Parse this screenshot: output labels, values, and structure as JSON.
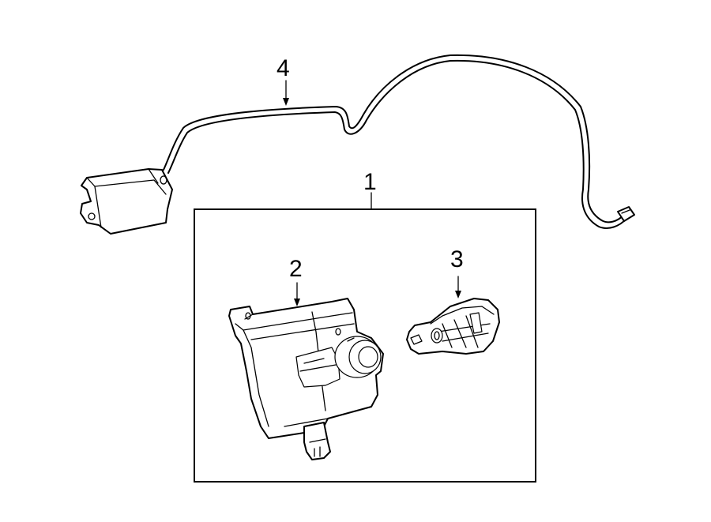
{
  "callouts": {
    "c1": "1",
    "c2": "2",
    "c3": "3",
    "c4": "4"
  },
  "parts": [
    {
      "number": "1",
      "icon": "assembly-box"
    },
    {
      "number": "2",
      "icon": "ignition-switch-module"
    },
    {
      "number": "3",
      "icon": "key-fob"
    },
    {
      "number": "4",
      "icon": "antenna-module-with-cable"
    }
  ],
  "colors": {
    "line": "#000000",
    "background": "#ffffff"
  }
}
